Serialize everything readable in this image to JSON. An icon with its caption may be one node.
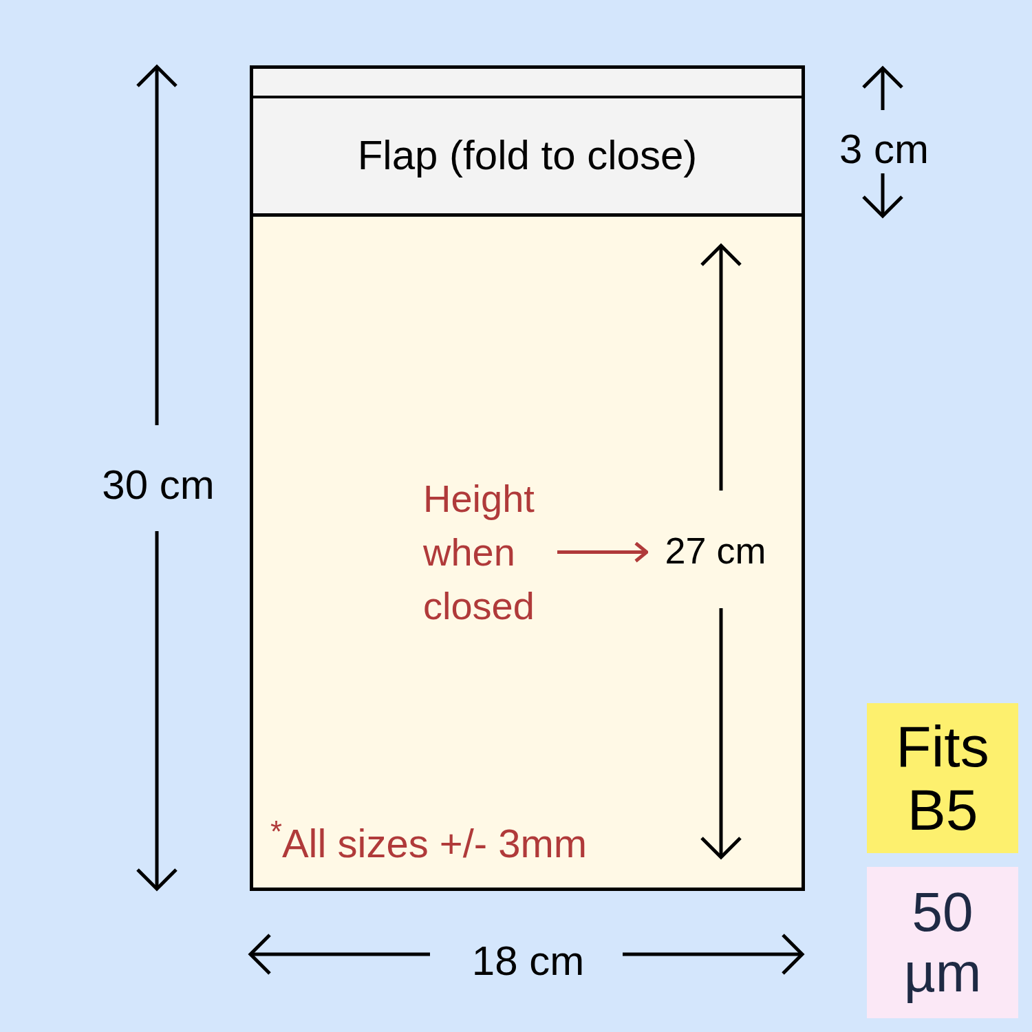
{
  "diagram": {
    "nodes": [
      {
        "text": [],
        "shape": "box"
      },
      {
        "text": [
          "Flap (fold to close)"
        ],
        "in": 0
      },
      {
        "text": [],
        "shape": "box",
        "in": 0
      },
      {
        "text": [
          "Height when closed"
        ],
        "in": 2
      },
      {
        "text": [
          "27 cm"
        ],
        "in": 2
      },
      {
        "text": [
          "Fits B5"
        ]
      },
      {
        "text": [
          "50 µm"
        ]
      }
    ],
    "edges": [
      {
        "from": 3,
        "to": 4,
        "arrow": "to"
      }
    ],
    "labels": [
      "30 cm",
      "3 cm",
      "18 cm",
      "$^{*}$All sizes +/- 3mm"
    ]
  }
}
